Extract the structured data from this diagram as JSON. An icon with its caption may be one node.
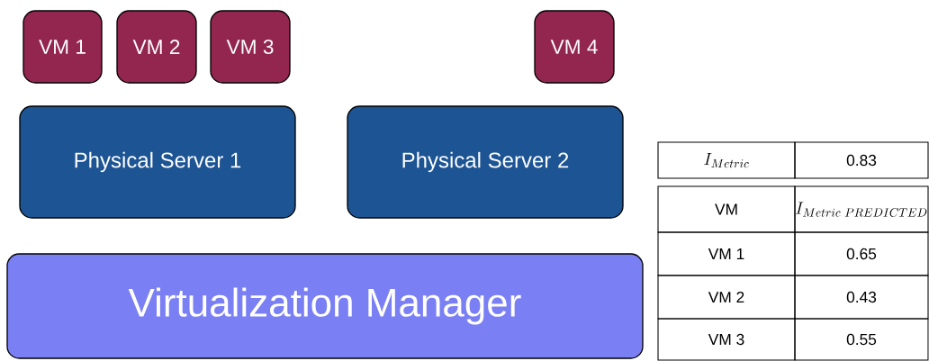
{
  "diagram": {
    "nodes": [
      {
        "text": [
          "VM 1"
        ]
      },
      {
        "text": [
          "VM 2"
        ]
      },
      {
        "text": [
          "VM 3"
        ]
      },
      {
        "text": [
          "VM 4"
        ]
      },
      {
        "text": [
          "Physical Server 1"
        ]
      },
      {
        "text": [
          "Physical Server 2"
        ]
      },
      {
        "text": [
          "Virtualization Manager"
        ]
      }
    ],
    "labels": [
      "I_{Metric}",
      "0.83",
      "VM",
      "I_{Metric\\ PREDICTED}",
      "VM 1",
      "0.65",
      "VM 2",
      "0.43",
      "VM 3",
      "0.55"
    ]
  }
}
